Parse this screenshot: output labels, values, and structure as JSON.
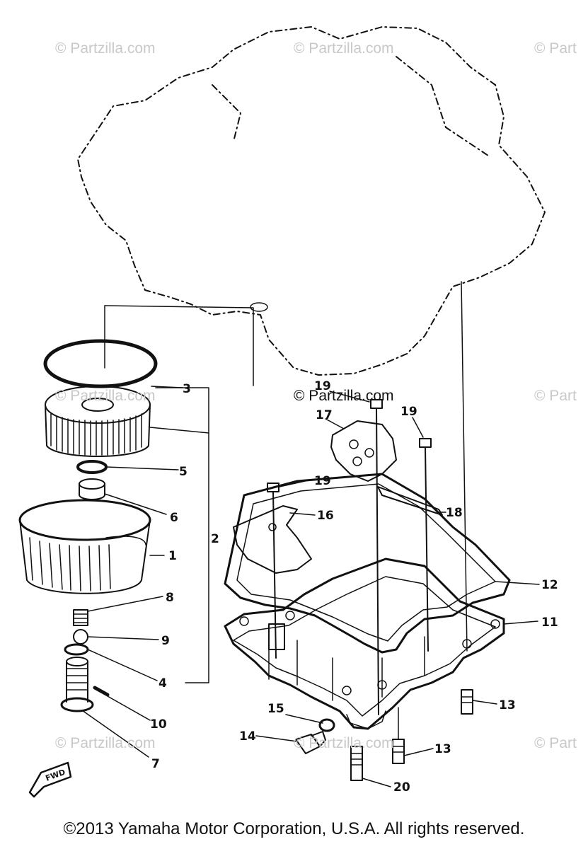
{
  "watermark_text": "© Partzilla.com",
  "watermark_text_cut": "© Part",
  "copyright": "©2013 Yamaha Motor Corporation, U.S.A. All rights reserved.",
  "fwd_label": "FWD",
  "callouts": {
    "c1": "1",
    "c2": "2",
    "c3": "3",
    "c4": "4",
    "c5": "5",
    "c6": "6",
    "c7": "7",
    "c8": "8",
    "c9": "9",
    "c10": "10",
    "c11": "11",
    "c12": "12",
    "c13a": "13",
    "c13b": "13",
    "c14": "14",
    "c15": "15",
    "c16": "16",
    "c17": "17",
    "c18": "18",
    "c19a": "19",
    "c19b": "19",
    "c19c": "19",
    "c20": "20"
  }
}
